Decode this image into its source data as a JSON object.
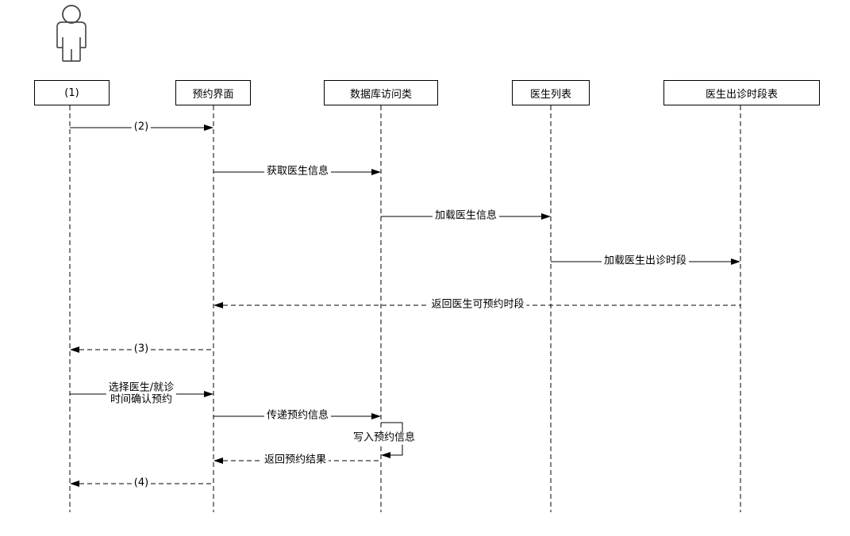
{
  "colors": {
    "line": "#000000",
    "actor_outline": "#4d4d4d",
    "background": "#ffffff",
    "box_fill": "#ffffff",
    "text": "#000000"
  },
  "actor": {
    "icon": "person-icon"
  },
  "participants": [
    {
      "label": "(1)"
    },
    {
      "label": "预约界面"
    },
    {
      "label": "数据库访问类"
    },
    {
      "label": "医生列表"
    },
    {
      "label": "医生出诊时段表"
    }
  ],
  "messages": [
    {
      "label": "(2)",
      "from": "(1)",
      "to": "预约界面",
      "line": "solid",
      "direction": "right"
    },
    {
      "label": "获取医生信息",
      "from": "预约界面",
      "to": "数据库访问类",
      "line": "solid",
      "direction": "right"
    },
    {
      "label": "加载医生信息",
      "from": "数据库访问类",
      "to": "医生列表",
      "line": "solid",
      "direction": "right"
    },
    {
      "label": "加载医生出诊时段",
      "from": "医生列表",
      "to": "医生出诊时段表",
      "line": "solid",
      "direction": "right"
    },
    {
      "label": "返回医生可预约时段",
      "from": "医生出诊时段表",
      "to": "预约界面",
      "line": "dashed",
      "direction": "left"
    },
    {
      "label": "(3)",
      "from": "预约界面",
      "to": "(1)",
      "line": "dashed",
      "direction": "left"
    },
    {
      "label": "选择医生/就诊\n时间确认预约",
      "from": "(1)",
      "to": "预约界面",
      "line": "solid",
      "direction": "right"
    },
    {
      "label": "传递预约信息",
      "from": "预约界面",
      "to": "数据库访问类",
      "line": "solid",
      "direction": "right"
    },
    {
      "label": "写入预约信息",
      "from": "数据库访问类",
      "to": "数据库访问类",
      "line": "solid",
      "direction": "self"
    },
    {
      "label": "返回预约结果",
      "from": "数据库访问类",
      "to": "预约界面",
      "line": "dashed",
      "direction": "left"
    },
    {
      "label": "(4)",
      "from": "预约界面",
      "to": "(1)",
      "line": "dashed",
      "direction": "left"
    }
  ]
}
